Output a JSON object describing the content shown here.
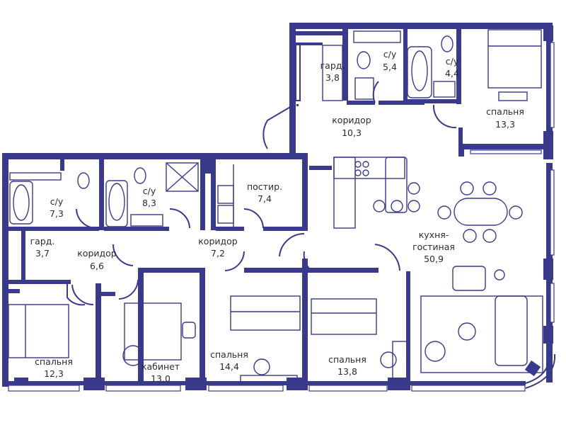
{
  "rooms": {
    "gard_top": {
      "name": "гард.",
      "area": "3,8"
    },
    "bath_top1": {
      "name": "с/у",
      "area": "5,4"
    },
    "bath_top2": {
      "name": "с/у",
      "area": "4,4"
    },
    "corr_top": {
      "name": "коридор",
      "area": "10,3"
    },
    "bed_tr": {
      "name": "спальня",
      "area": "13,3"
    },
    "bath_l1": {
      "name": "с/у",
      "area": "7,3"
    },
    "bath_l2": {
      "name": "с/у",
      "area": "8,3"
    },
    "laundry": {
      "name": "постир.",
      "area": "7,4"
    },
    "gard_l": {
      "name": "гард.",
      "area": "3,7"
    },
    "corr_l": {
      "name": "коридор",
      "area": "6,6"
    },
    "corr_m": {
      "name": "коридор",
      "area": "7,2"
    },
    "kitchen": {
      "name": "кухня-",
      "name2": "гостиная",
      "area": "50,9"
    },
    "bed_l": {
      "name": "спальня",
      "area": "12,3"
    },
    "study": {
      "name": "кабинет",
      "area": "13,0"
    },
    "bed_m": {
      "name": "спальня",
      "area": "14,4"
    },
    "bed_r": {
      "name": "спальня",
      "area": "13,8"
    }
  }
}
